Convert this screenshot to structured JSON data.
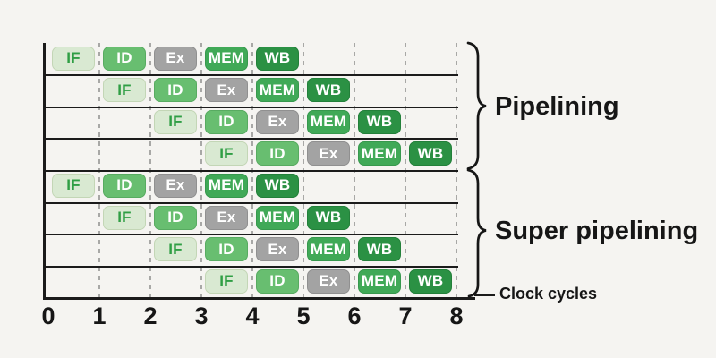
{
  "colors": {
    "page_bg": "#f5f4f1",
    "line": "#1b1b1b",
    "grid_dash": "#a8a8a6",
    "text": "#161616"
  },
  "axis": {
    "label": "Clock cycles",
    "ticks": [
      "0",
      "1",
      "2",
      "3",
      "4",
      "5",
      "6",
      "7",
      "8"
    ]
  },
  "stage_styles": {
    "IF": {
      "bg": "#d9e9d2",
      "border": "#c3d6b6",
      "text": "#2f9e44"
    },
    "ID": {
      "bg": "#68be70",
      "border": "#58ab61",
      "text": "#ffffff"
    },
    "Ex": {
      "bg": "#a3a3a3",
      "border": "#909090",
      "text": "#ffffff"
    },
    "MEM": {
      "bg": "#40a957",
      "border": "#37984d",
      "text": "#ffffff"
    },
    "WB": {
      "bg": "#2b9144",
      "border": "#23803a",
      "text": "#ffffff"
    }
  },
  "sections": [
    {
      "label": "Pipelining",
      "rows": [
        {
          "start": 0,
          "stages": [
            "IF",
            "ID",
            "Ex",
            "MEM",
            "WB"
          ]
        },
        {
          "start": 1,
          "stages": [
            "IF",
            "ID",
            "Ex",
            "MEM",
            "WB"
          ]
        },
        {
          "start": 2,
          "stages": [
            "IF",
            "ID",
            "Ex",
            "MEM",
            "WB"
          ]
        },
        {
          "start": 3,
          "stages": [
            "IF",
            "ID",
            "Ex",
            "MEM",
            "WB"
          ]
        }
      ]
    },
    {
      "label": "Super pipelining",
      "rows": [
        {
          "start": 0,
          "stages": [
            "IF",
            "ID",
            "Ex",
            "MEM",
            "WB"
          ]
        },
        {
          "start": 1,
          "stages": [
            "IF",
            "ID",
            "Ex",
            "MEM",
            "WB"
          ]
        },
        {
          "start": 2,
          "stages": [
            "IF",
            "ID",
            "Ex",
            "MEM",
            "WB"
          ]
        },
        {
          "start": 3,
          "stages": [
            "IF",
            "ID",
            "Ex",
            "MEM",
            "WB"
          ]
        }
      ]
    }
  ],
  "chart_data": {
    "type": "table",
    "title": "",
    "xlabel": "Clock cycles",
    "x_ticks": [
      0,
      1,
      2,
      3,
      4,
      5,
      6,
      7,
      8
    ],
    "sections": [
      {
        "name": "Pipelining",
        "instructions": [
          {
            "IF": 0,
            "ID": 1,
            "Ex": 2,
            "MEM": 3,
            "WB": 4
          },
          {
            "IF": 1,
            "ID": 2,
            "Ex": 3,
            "MEM": 4,
            "WB": 5
          },
          {
            "IF": 2,
            "ID": 3,
            "Ex": 4,
            "MEM": 5,
            "WB": 6
          },
          {
            "IF": 3,
            "ID": 4,
            "Ex": 5,
            "MEM": 6,
            "WB": 7
          }
        ]
      },
      {
        "name": "Super pipelining",
        "instructions": [
          {
            "IF": 0,
            "ID": 1,
            "Ex": 2,
            "MEM": 3,
            "WB": 4
          },
          {
            "IF": 1,
            "ID": 2,
            "Ex": 3,
            "MEM": 4,
            "WB": 5
          },
          {
            "IF": 2,
            "ID": 3,
            "Ex": 4,
            "MEM": 5,
            "WB": 6
          },
          {
            "IF": 3,
            "ID": 4,
            "Ex": 5,
            "MEM": 6,
            "WB": 7
          }
        ]
      }
    ]
  }
}
